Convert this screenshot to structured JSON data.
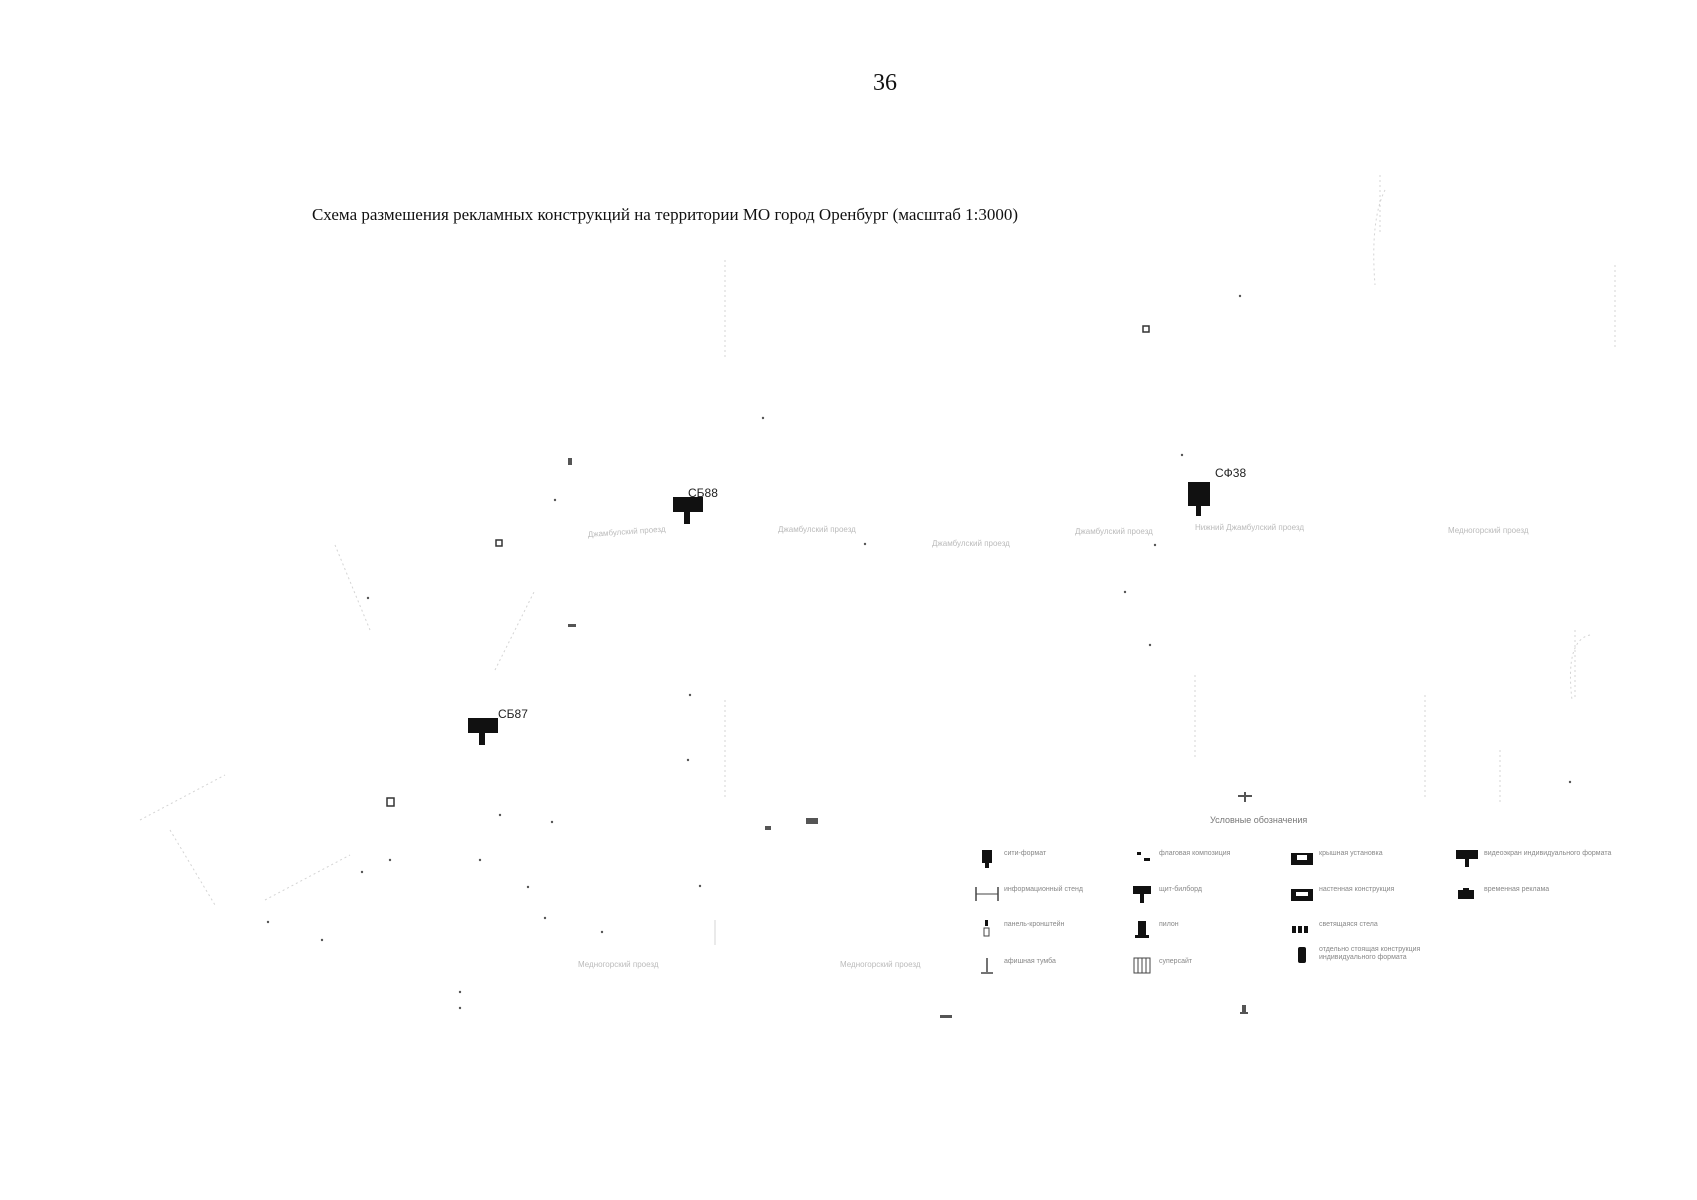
{
  "page_number": "36",
  "title": "Схема размешения рекламных конструкций на территории МО город Оренбург (масштаб 1:3000)",
  "markers": [
    {
      "code": "СБ88"
    },
    {
      "code": "СФ38"
    },
    {
      "code": "СБ87"
    }
  ],
  "streets": [
    "Джамбулский проезд",
    "Джамбулский проезд",
    "Джамбулский проезд",
    "Джамбулский проезд",
    "Нижний Джамбулский проезд",
    "Медногорский проезд",
    "Медногорский проезд",
    "Медногорский проезд"
  ],
  "legend": {
    "title": "Условные обозначения",
    "items": [
      {
        "icon": "city-format-icon",
        "label": "сити-формат"
      },
      {
        "icon": "flag-composition-icon",
        "label": "флаговая композиция"
      },
      {
        "icon": "roof-installation-icon",
        "label": "крышная установка"
      },
      {
        "icon": "video-screen-icon",
        "label": "видеоэкран индивидуального формата"
      },
      {
        "icon": "info-stand-icon",
        "label": "информационный стенд"
      },
      {
        "icon": "billboard-icon",
        "label": "щит-билборд"
      },
      {
        "icon": "facade-construction-icon",
        "label": "настенная конструкция"
      },
      {
        "icon": "temporary-construction-icon",
        "label": "временная реклама"
      },
      {
        "icon": "bracket-panel-icon",
        "label": "панель-кронштейн"
      },
      {
        "icon": "pylon-icon",
        "label": "пилон"
      },
      {
        "icon": "stella-icon",
        "label": "светящаяся стела"
      },
      {
        "icon": "poster-stand-icon",
        "label": "афишная тумба"
      },
      {
        "icon": "supersite-icon",
        "label": "суперсайт"
      },
      {
        "icon": "individual-format-icon",
        "label": "отдельно стоящая конструкция индивидуального формата"
      }
    ]
  }
}
